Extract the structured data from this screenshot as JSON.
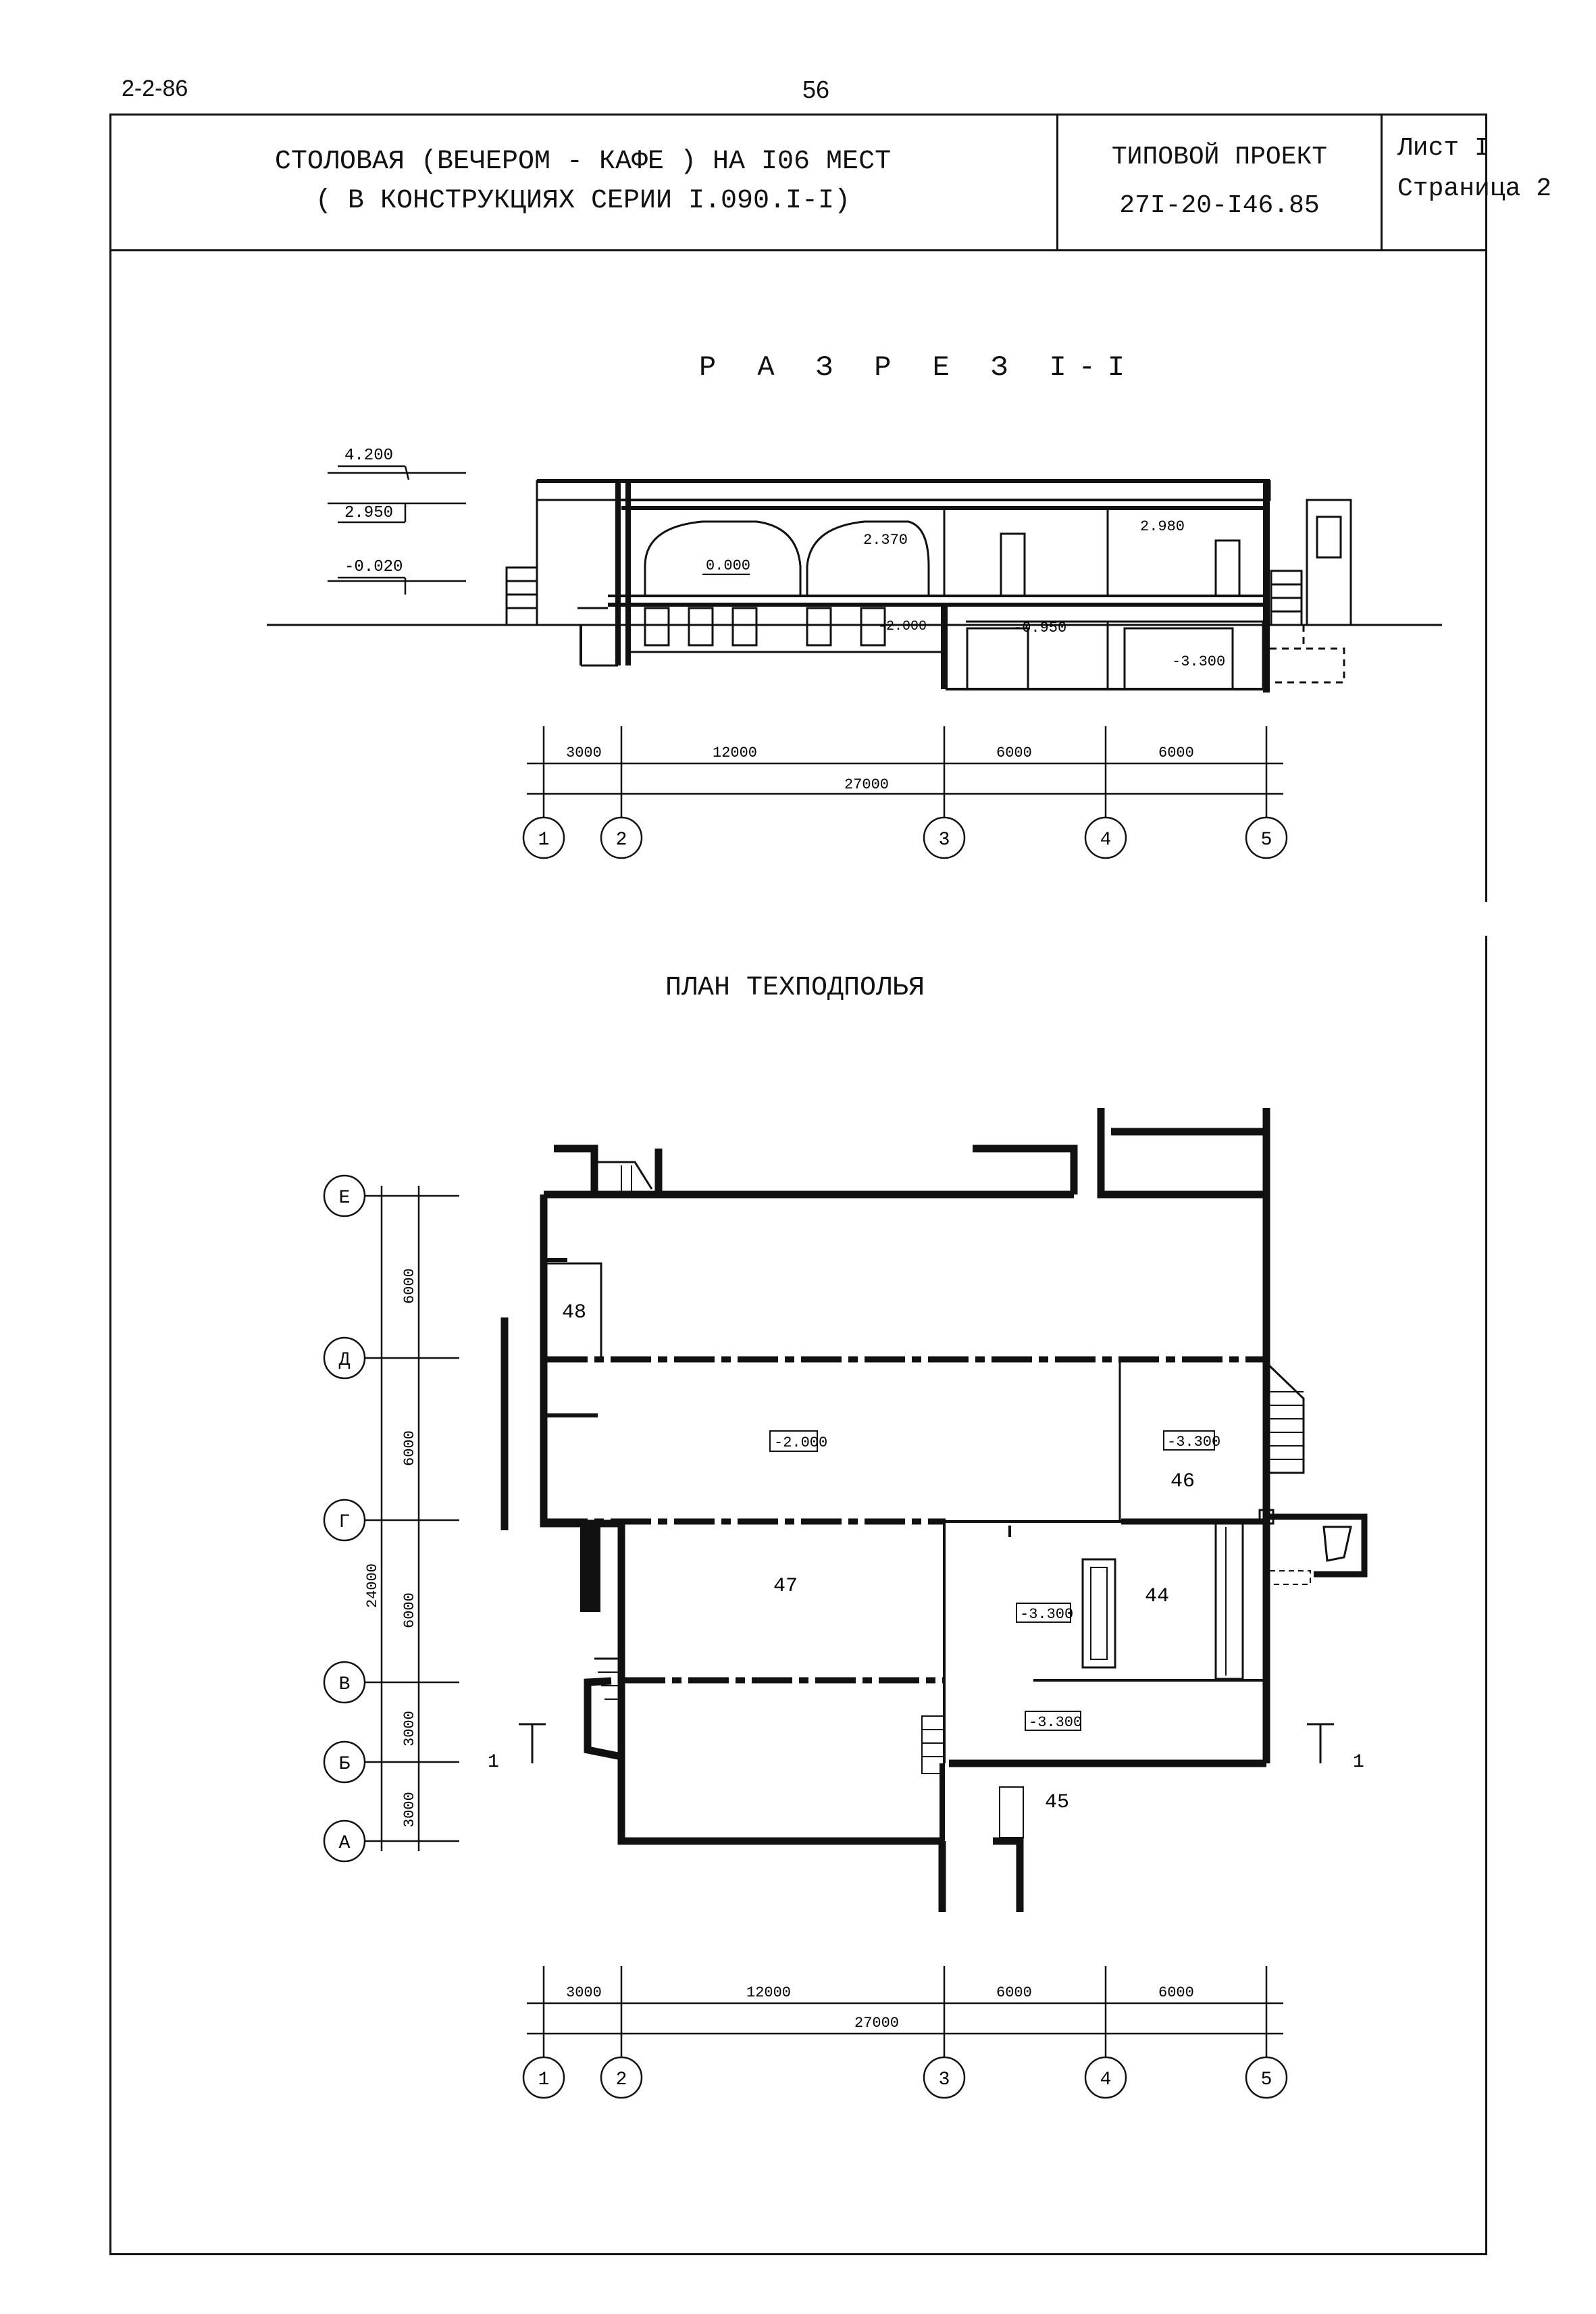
{
  "header": {
    "doc_code": "2-2-86",
    "page_number": "56",
    "title_line1": "СТОЛОВАЯ (ВЕЧЕРОМ - КАФЕ ) НА I06 МЕСТ",
    "title_line2": "( В КОНСТРУКЦИЯХ СЕРИИ I.090.I-I)",
    "project_label": "ТИПОВОЙ ПРОЕКТ",
    "project_number": "27I-20-I46.85",
    "sheet": "Лист I",
    "page": "Страница 2"
  },
  "section": {
    "title": "Р А З Р Е З   I-I",
    "levels": [
      "4.200",
      "2.950",
      "-0.020"
    ],
    "marks": [
      "0.000",
      "2.370",
      "2.980",
      "-2.000",
      "-0.950",
      "-3.300"
    ],
    "dims": [
      "3000",
      "12000",
      "6000",
      "6000"
    ],
    "total": "27000",
    "axes": [
      "1",
      "2",
      "3",
      "4",
      "5"
    ]
  },
  "plan": {
    "title": "ПЛАН ТЕХПОДПОЛЬЯ",
    "row_axes": [
      "Е",
      "Д",
      "Г",
      "В",
      "Б",
      "А"
    ],
    "row_dims": [
      "6000",
      "6000",
      "6000",
      "3000",
      "3000"
    ],
    "row_total": "24000",
    "rooms": [
      "48",
      "47",
      "46",
      "44",
      "45"
    ],
    "marks": [
      "-2.000",
      "-3.300",
      "-3.300",
      "-3.300"
    ],
    "cut_label": "1",
    "dims": [
      "3000",
      "12000",
      "6000",
      "6000"
    ],
    "total": "27000",
    "axes": [
      "1",
      "2",
      "3",
      "4",
      "5"
    ]
  }
}
